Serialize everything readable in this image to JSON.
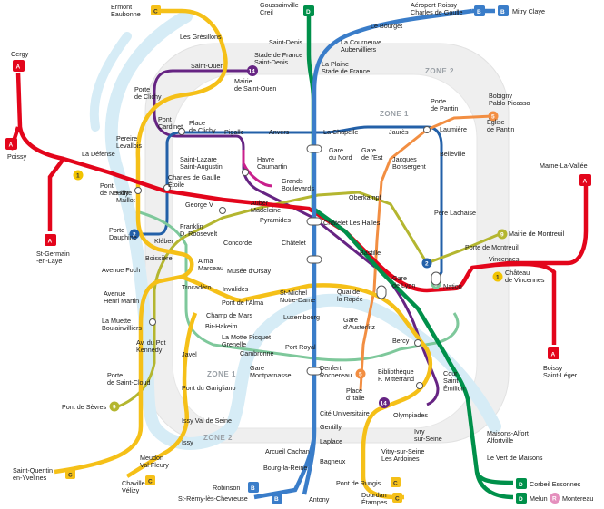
{
  "zones": {
    "zone1_label": "ZONE 1",
    "zone2_label": "ZONE 2"
  },
  "colors": {
    "rer_a": "#e3051b",
    "rer_b": "#3a7dc9",
    "rer_c": "#f5c018",
    "rer_d": "#00904a",
    "rer_e": "#c9208c",
    "metro_14": "#662483",
    "metro_2": "#2360a8",
    "metro_5": "#f28e42",
    "metro_6": "#7ec89b",
    "metro_9": "#b4b630",
    "metro_1": "#f2c400",
    "seine": "#cfe7f3",
    "zone_fill": "#eeeeee"
  },
  "badges": {
    "a": "A",
    "b": "B",
    "c": "C",
    "d": "D",
    "r": "R",
    "m1": "1",
    "m2": "2",
    "m5": "5",
    "m6": "6",
    "m9": "9",
    "m14": "14"
  },
  "stations": {
    "cergy": "Cergy",
    "poissy": "Poissy",
    "la_defense": "La Défense",
    "pont_neuilly": "Pont\nde Neuilly",
    "st_germain": "St-Germain\n-en-Laye",
    "ermont": "Ermont\nEaubonne",
    "gresillons": "Les Grésillons",
    "goussainville": "Goussainville\nCreil",
    "le_bourget": "Le Bourget",
    "aeroport": "Aéroport Roissy\nCharles de Gaulle",
    "mitry": "Mitry Claye",
    "saint_denis": "Saint-Denis",
    "stade_france": "Stade de France\nSaint-Denis",
    "courneuve": "La Courneuve\nAubervilliers",
    "plaine": "La Plaine\nStade de France",
    "saint_ouen": "Saint-Ouen",
    "mairie_st_ouen": "Mairie\nde Saint-Ouen",
    "porte_clichy": "Porte\nde Clichy",
    "pont_cardinet": "Pont\nCardinet",
    "place_clichy": "Place\nde Clichy",
    "pigalle": "Pigalle",
    "anvers": "Anvers",
    "la_chapelle": "La Chapelle",
    "jaures": "Jaurès",
    "porte_pantin": "Porte\nde Pantin",
    "bobigny": "Bobigny\nPablo Picasso",
    "eglise_pantin": "Église\nde Pantin",
    "laumiere": "Laumière",
    "gare_nord": "Gare\ndu Nord",
    "gare_est": "Gare\nde l'Est",
    "jacques_bonsergent": "Jacques\nBonsergent",
    "belleville": "Belleville",
    "pereire": "Pereire\nLevallois",
    "saint_lazare": "Saint-Lazare\nSaint-Augustin",
    "havre": "Havre\nCaumartin",
    "charles_gaulle": "Charles de Gaulle\nÉtoile",
    "grands_boulevards": "Grands\nBoulevards",
    "oberkampf": "Oberkampf",
    "porte_maillot": "Porte\nMaillot",
    "george_v": "George V",
    "auber": "Auber\nMadeleine",
    "pyramides": "Pyramides",
    "chatelet_halles": "Châtelet Les Halles",
    "pere_lachaise": "Père Lachaise",
    "marne_vallee": "Marne-La-Vallée",
    "mairie_montreuil": "Mairie de Montreuil",
    "porte_montreuil": "Porte de Montreuil",
    "vincennes": "Vincennes",
    "chateau_vincennes": "Château\nde Vincennes",
    "porte_dauphine": "Porte\nDauphine",
    "kleber": "Kléber",
    "franklin": "Franklin\nD. Roosevelt",
    "concorde": "Concorde",
    "chatelet": "Châtelet",
    "bastille": "Bastille",
    "nation": "Nation",
    "boissiere": "Boissière",
    "alma_marceau": "Alma\nMarceau",
    "avenue_foch": "Avenue Foch",
    "musee_orsay": "Musée d'Orsay",
    "invalides": "Invalides",
    "trocadero": "Trocadéro",
    "pont_alma": "Pont de l'Alma",
    "st_michel": "St-Michel\nNotre-Dame",
    "quai_rapee": "Quai de\nla Rapée",
    "gare_lyon": "Gare\nde Lyon",
    "avenue_henri_martin": "Avenue\nHenri Martin",
    "champ_mars": "Champ de Mars",
    "bir_hakeim": "Bir-Hakeim",
    "luxembourg": "Luxembourg",
    "gare_austerlitz": "Gare\nd'Austerlitz",
    "muette": "La Muette\nBoulainvilliers",
    "motte_picquet": "La Motte Picquet\nGrenelle",
    "cambronne": "Cambronne",
    "port_royal": "Port Royal",
    "bercy": "Bercy",
    "av_kennedy": "Av. du Pdt\nKennedy",
    "javel": "Javel",
    "montparnasse": "Gare\nMontparnasse",
    "denfert": "Denfert\nRochereau",
    "place_italie": "Place\nd'Italie",
    "bibliotheque": "Bibliothèque\nF. Mitterrand",
    "cour_st_emilion": "Cour\nSaint\nÉmilion",
    "boissy": "Boissy\nSaint-Léger",
    "porte_st_cloud": "Porte\nde Saint-Cloud",
    "pont_garigliano": "Pont du Garigliano",
    "olympiades": "Olympiades",
    "pont_sevres": "Pont de Sèvres",
    "cite_univ": "Cité Universitaire",
    "ivry": "Ivry\nsur-Seine",
    "maisons_alfort": "Maisons-Alfort\nAlfortville",
    "issy_val": "Issy Val de Seine",
    "gentilly": "Gentilly",
    "issy": "Issy",
    "laplace": "Laplace",
    "vitry": "Vitry-sur-Seine\nLes Ardoines",
    "vert_maisons": "Le Vert de Maisons",
    "arcueil": "Arcueil Cachan",
    "meudon": "Meudon\nVal Fleury",
    "st_quentin": "Saint-Quentin\nen-Yvelines",
    "bourg_reine": "Bourg-la-Reine",
    "bagneux": "Bagneux",
    "pont_rungis": "Pont de Rungis",
    "chaville": "Chaville\nVélizy",
    "robinson": "Robinson",
    "corbeil": "Corbeil Essonnes",
    "dourdan": "Dourdan\nÉtampes",
    "st_remy": "St-Rémy-lès-Chevreuse",
    "antony": "Antony",
    "melun": "Melun",
    "montereau": "Montereau"
  }
}
